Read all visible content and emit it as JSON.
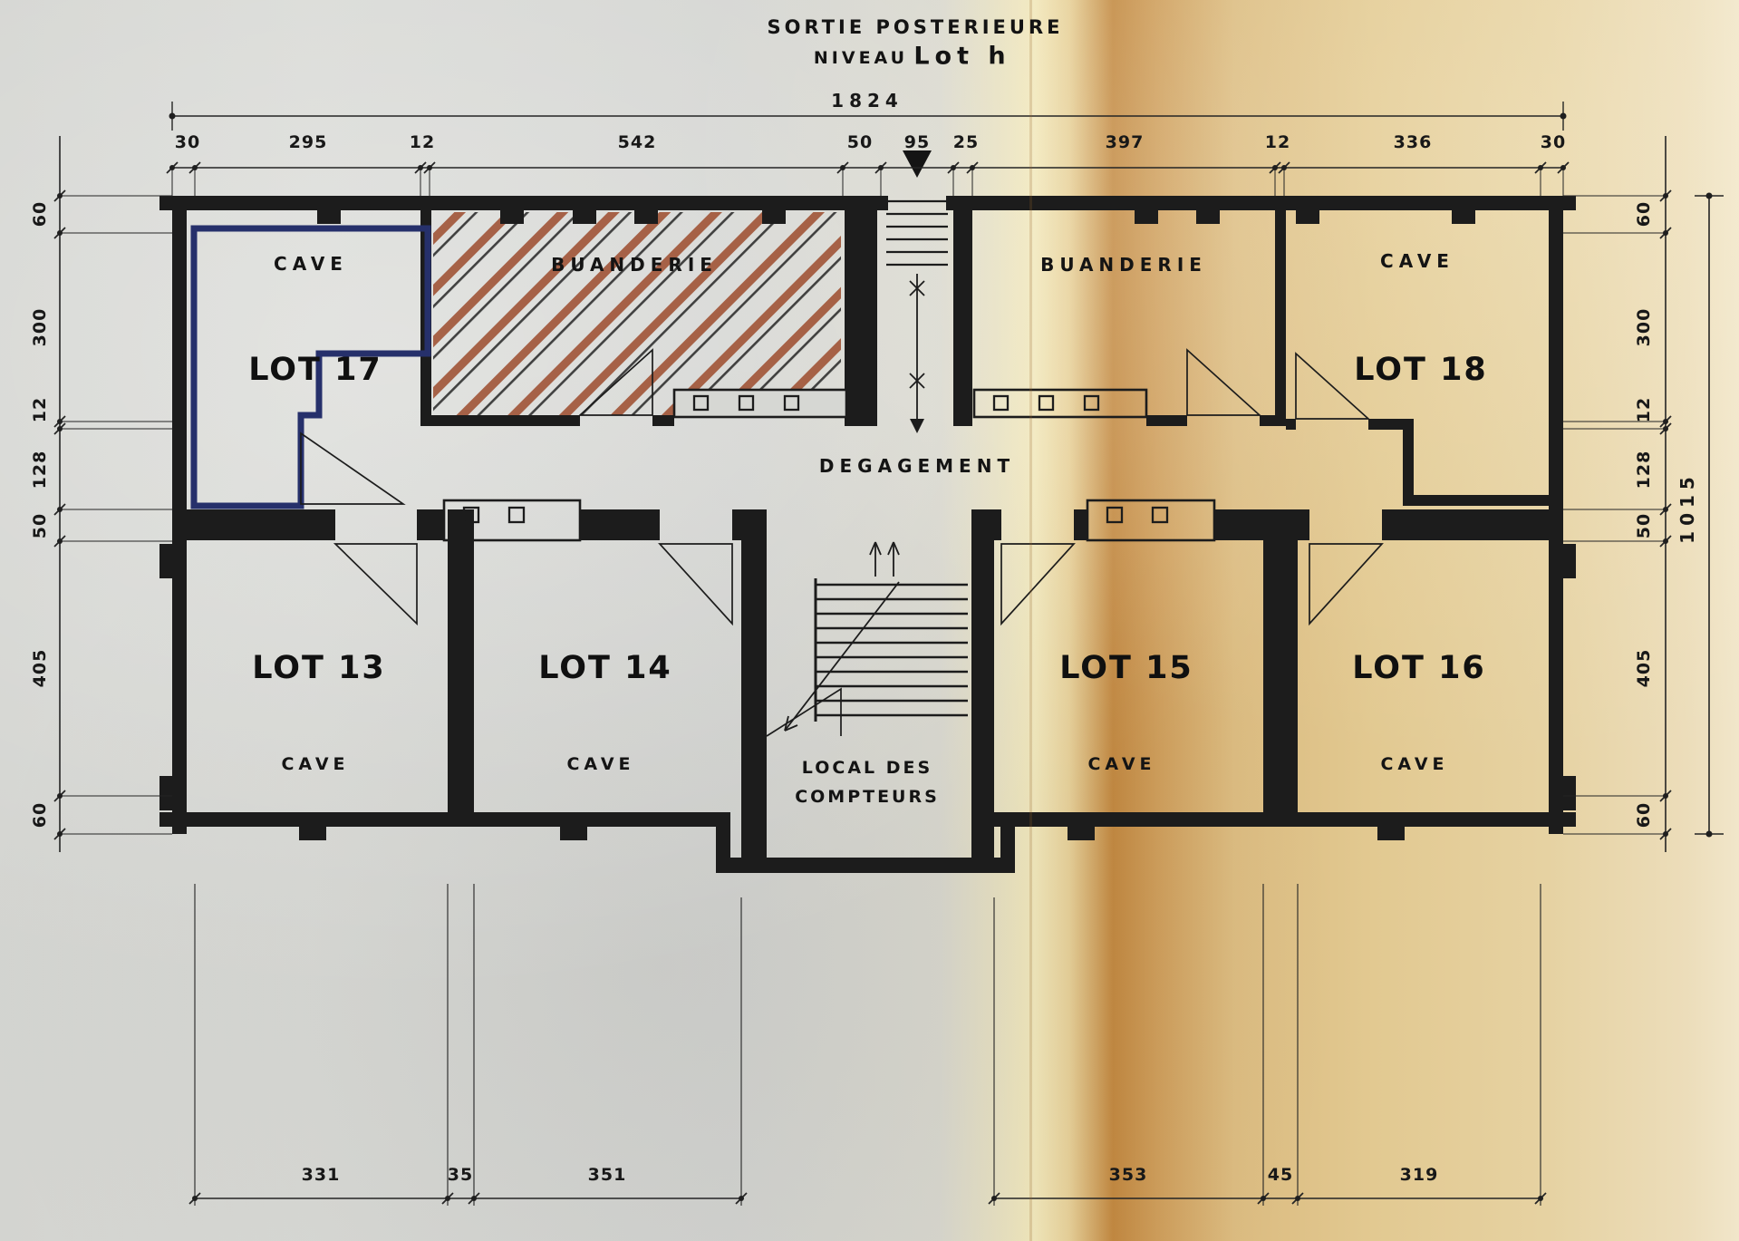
{
  "title": {
    "line1": "SORTIE POSTERIEURE",
    "niveau_label": "NIVEAU",
    "niveau_value": "Lot h"
  },
  "dimensions": {
    "overall_width": "1824",
    "overall_height": "1015",
    "top_chain": [
      "30",
      "295",
      "12",
      "542",
      "50",
      "95",
      "25",
      "397",
      "12",
      "336",
      "30"
    ],
    "left_chain": [
      "60",
      "300",
      "12",
      "128",
      "50",
      "405",
      "60"
    ],
    "right_chain": [
      "60",
      "300",
      "12",
      "128",
      "50",
      "405",
      "60"
    ],
    "bottom_chain_left": [
      "331",
      "35",
      "351"
    ],
    "bottom_chain_right": [
      "353",
      "45",
      "319"
    ]
  },
  "rooms": {
    "lot17": {
      "label": "LOT 17",
      "sub": "CAVE"
    },
    "lot18": {
      "label": "LOT 18",
      "sub": "CAVE"
    },
    "lot13": {
      "label": "LOT 13",
      "sub": "CAVE"
    },
    "lot14": {
      "label": "LOT 14",
      "sub": "CAVE"
    },
    "lot15": {
      "label": "LOT 15",
      "sub": "CAVE"
    },
    "lot16": {
      "label": "LOT 16",
      "sub": "CAVE"
    },
    "buanderie_left": {
      "label": "BUANDERIE"
    },
    "buanderie_right": {
      "label": "BUANDERIE"
    },
    "degagement": {
      "label": "DEGAGEMENT"
    },
    "local_compteurs": {
      "label_line1": "LOCAL DES",
      "label_line2": "COMPTEURS"
    }
  },
  "colors": {
    "ink": "#1c1c1c",
    "blue_ink": "#26306b",
    "hatch_red": "#9a4526",
    "paper_grey": "#d6d7d3",
    "paper_fold": "#c1873f"
  }
}
